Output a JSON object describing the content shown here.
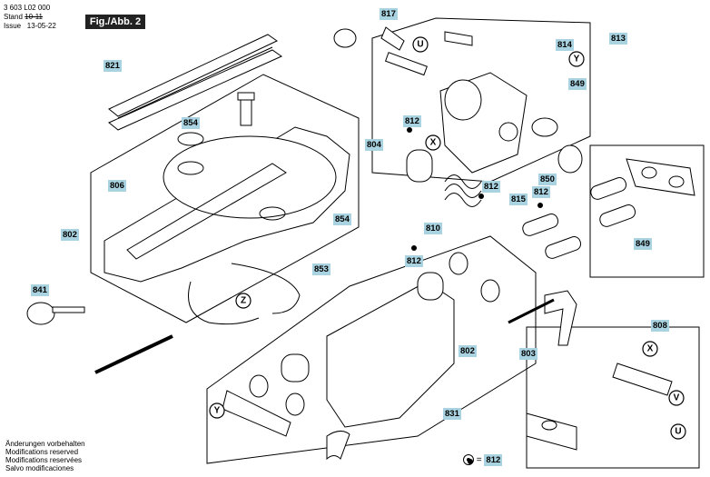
{
  "header": {
    "part_number": "3 603 L02 000",
    "stand_label": "Stand",
    "stand_old": "10-11",
    "issue_label": "Issue",
    "issue_date": "13-05-22",
    "figure": "Fig./Abb. 2"
  },
  "callouts": {
    "c817": "817",
    "c814": "814",
    "c813": "813",
    "c821": "821",
    "c849a": "849",
    "c854a": "854",
    "c812a": "812",
    "c804": "804",
    "c806": "806",
    "c812b": "812",
    "c850": "850",
    "c815": "815",
    "c812c": "812",
    "c854b": "854",
    "c802a": "802",
    "c810": "810",
    "c849b": "849",
    "c853": "853",
    "c812d": "812",
    "c841": "841",
    "c808": "808",
    "c802b": "802",
    "c803": "803",
    "c831": "831"
  },
  "markers": {
    "u1": "U",
    "y1": "Y",
    "x1": "X",
    "z": "Z",
    "y2": "Y",
    "x2": "X",
    "v": "V",
    "u2": "U"
  },
  "footer": {
    "line1": "Änderungen vorbehalten",
    "line2": "Modifications reserved",
    "line3": "Modifications reservées",
    "line4": "Salvo modificaciones"
  },
  "legend": {
    "value": "812"
  }
}
